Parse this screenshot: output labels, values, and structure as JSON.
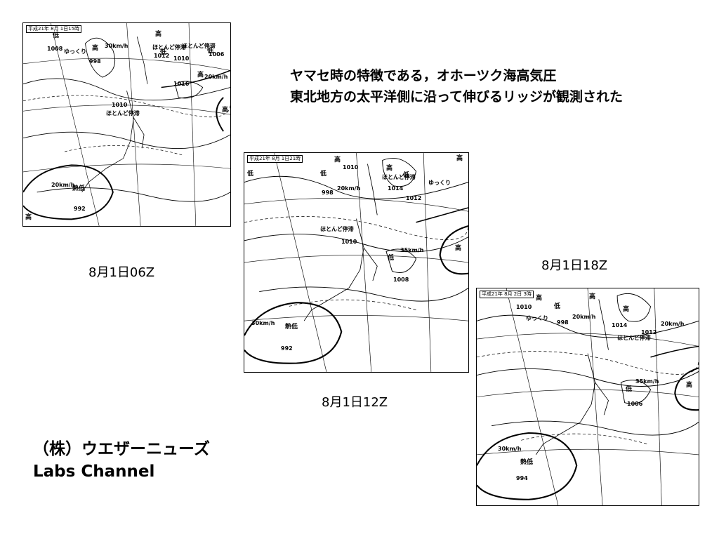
{
  "headline": {
    "line1": "ヤマセ時の特徴である，オホーツク海高気圧",
    "line2": "東北地方の太平洋側に沿って伸びるリッジが観測された"
  },
  "company": {
    "line1": "（株）ウエザーニューズ",
    "line2": "Labs Channel"
  },
  "maps": [
    {
      "stamp": "平成21年 8月 1日15時",
      "caption": "8月1日06Z",
      "labels": {
        "h1": "高",
        "h2": "高",
        "h3": "高",
        "h4": "高",
        "h5": "高",
        "l1": "低",
        "l2": "低",
        "l3": "熱低",
        "l4": "低",
        "p1": "1008",
        "p2": "998",
        "p3": "1012",
        "p4": "1010",
        "p5": "1006",
        "p6": "1016",
        "p7": "1010",
        "p8": "992",
        "s1": "30km/h",
        "s2": "20km/h",
        "s3": "20km/h",
        "s4": "ゆっくり",
        "s5": "ほとんど停滞",
        "s6": "ほとんど停滞",
        "s7": "ほとんど停滞"
      }
    },
    {
      "stamp": "平成21年 8月 1日21時",
      "caption": "8月1日12Z",
      "labels": {
        "h1": "高",
        "h2": "高",
        "h3": "高",
        "h4": "高",
        "l1": "低",
        "l2": "低",
        "l3": "低",
        "l4": "熱低",
        "p1": "1010",
        "p2": "998",
        "p3": "1014",
        "p4": "1012",
        "p5": "1010",
        "p6": "1008",
        "p7": "992",
        "s1": "20km/h",
        "s2": "35km/h",
        "s3": "30km/h",
        "s4": "ゆっくり",
        "s5": "ほとんど停滞",
        "s6": "ほとんど停滞"
      }
    },
    {
      "stamp": "平成21年 8月 2日 3時",
      "caption": "8月1日18Z",
      "labels": {
        "h1": "高",
        "h2": "高",
        "h3": "高",
        "h4": "高",
        "l1": "低",
        "l2": "低",
        "l3": "熱低",
        "p1": "1010",
        "p2": "998",
        "p3": "1014",
        "p4": "1012",
        "p5": "1006",
        "p6": "994",
        "s1": "20km/h",
        "s2": "20km/h",
        "s3": "35km/h",
        "s4": "30km/h",
        "s5": "ゆっくり",
        "s6": "ほとんど停滞"
      }
    }
  ]
}
